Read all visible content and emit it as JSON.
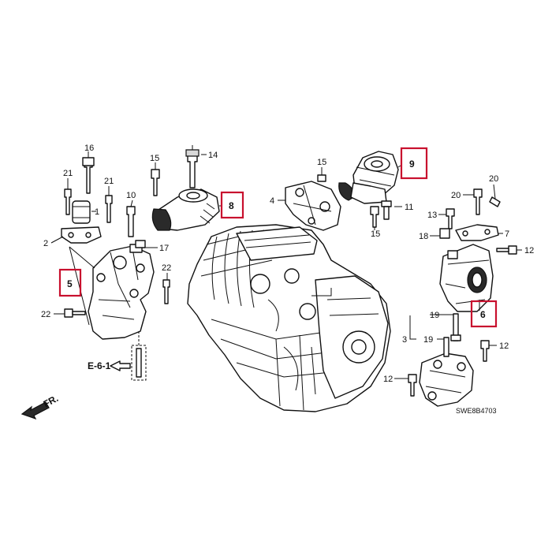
{
  "diagram": {
    "drawing_code": "SWE8B4703",
    "reference": "E-6-1",
    "direction_label": "FR.",
    "highlight_color": "#c8102e",
    "callouts": {
      "c1": "1",
      "c2": "2",
      "c3": "3",
      "c4": "4",
      "c5": "5",
      "c6": "6",
      "c7": "7",
      "c8": "8",
      "c9": "9",
      "c10": "10",
      "c11": "11",
      "c12a": "12",
      "c12b": "12",
      "c12c": "12",
      "c13": "13",
      "c14": "14",
      "c15a": "15",
      "c15b": "15",
      "c15c": "15",
      "c16": "16",
      "c17": "17",
      "c18": "18",
      "c19a": "19",
      "c19b": "19",
      "c20a": "20",
      "c20b": "20",
      "c21a": "21",
      "c21b": "21",
      "c22a": "22",
      "c22b": "22"
    }
  }
}
